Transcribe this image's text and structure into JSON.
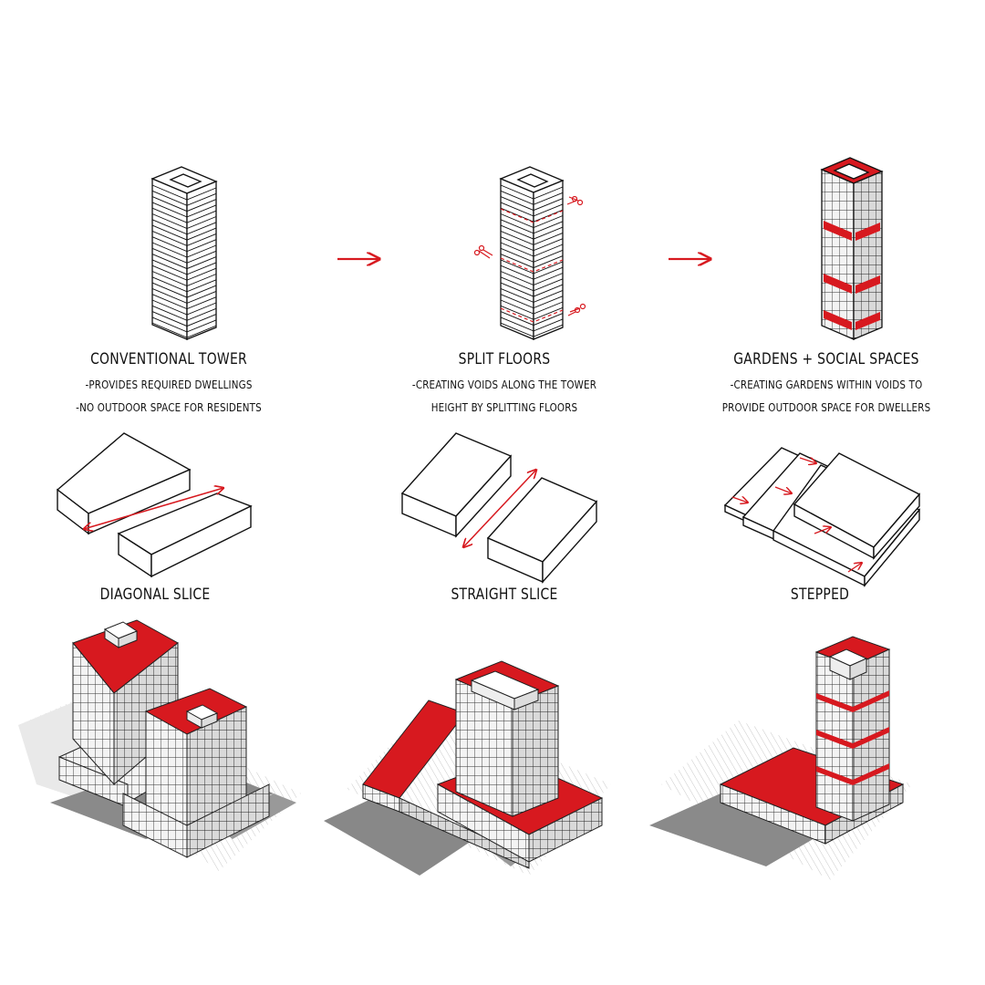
{
  "row1": [
    {
      "id": "conventional",
      "title": "CONVENTIONAL TOWER",
      "line1": "-PROVIDES REQUIRED DWELLINGS",
      "line2": "-NO OUTDOOR SPACE FOR RESIDENTS"
    },
    {
      "id": "split",
      "title": "SPLIT FLOORS",
      "line1": "-CREATING VOIDS ALONG THE TOWER",
      "line2": "HEIGHT BY SPLITTING FLOORS"
    },
    {
      "id": "gardens",
      "title": "GARDENS + SOCIAL SPACES",
      "line1": "-CREATING GARDENS WITHIN VOIDS TO",
      "line2": "PROVIDE OUTDOOR SPACE FOR DWELLERS"
    }
  ],
  "row2": [
    {
      "id": "diagonal",
      "title": "DIAGONAL SLICE"
    },
    {
      "id": "straight",
      "title": "STRAIGHT SLICE"
    },
    {
      "id": "stepped",
      "title": "STEPPED"
    }
  ],
  "colors": {
    "accent": "#d7191f",
    "line": "#111111",
    "shadow": "#8c8c8c",
    "facade": "#f2f2f2"
  }
}
